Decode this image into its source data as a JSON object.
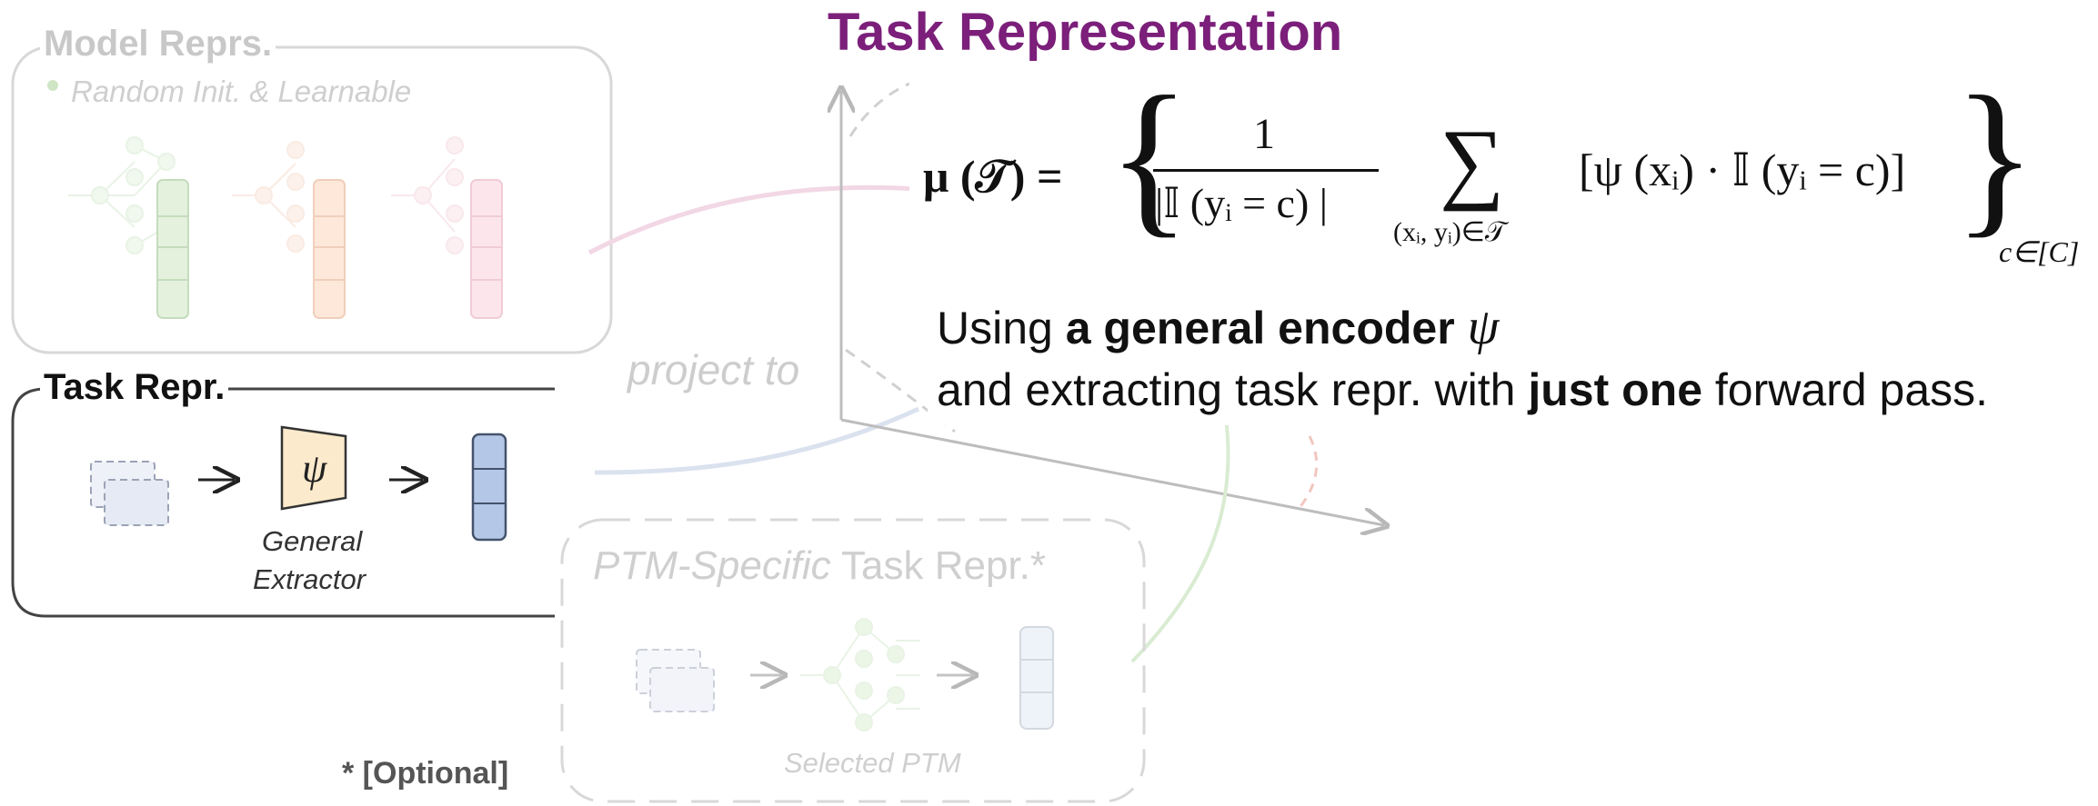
{
  "title": "Task Representation",
  "model_box": {
    "label": "Model Reprs.",
    "sublabel": "Random Init. & Learnable"
  },
  "task_box": {
    "label": "Task Repr.",
    "extractor_symbol": "ψ",
    "extractor_caption_line1": "General",
    "extractor_caption_line2": "Extractor"
  },
  "project_label": "project to",
  "ptm_box": {
    "label_italic": "PTM-Specific",
    "label_rest": " Task Repr.*",
    "caption": "Selected PTM"
  },
  "optional_note": "* [Optional]",
  "formula": {
    "lhs": "μ (𝒯) =",
    "numerator": "1",
    "denominator": "|𝕀 (yᵢ = c) |",
    "sum_symbol": "∑",
    "sum_subscript": "(xᵢ, yᵢ)∈𝒯",
    "summand": "[ψ (xᵢ) · 𝕀 (yᵢ = c)]",
    "set_subscript": "c∈[C]"
  },
  "description": {
    "line1_plain": "Using ",
    "line1_bold": "a general encoder",
    "line1_symbol": "ψ",
    "line2_plain_a": "and extracting task repr. with ",
    "line2_bold": "just one",
    "line2_plain_b": " forward pass."
  },
  "colors": {
    "title": "#7b1f7a",
    "faded": "#d4d4d4",
    "extractor_fill": "#fbeacb",
    "task_vector_fill": "#b4c7e7",
    "green_vector": "#dff0d8",
    "orange_vector": "#fde4d3",
    "pink_vector": "#fbe1e8"
  }
}
